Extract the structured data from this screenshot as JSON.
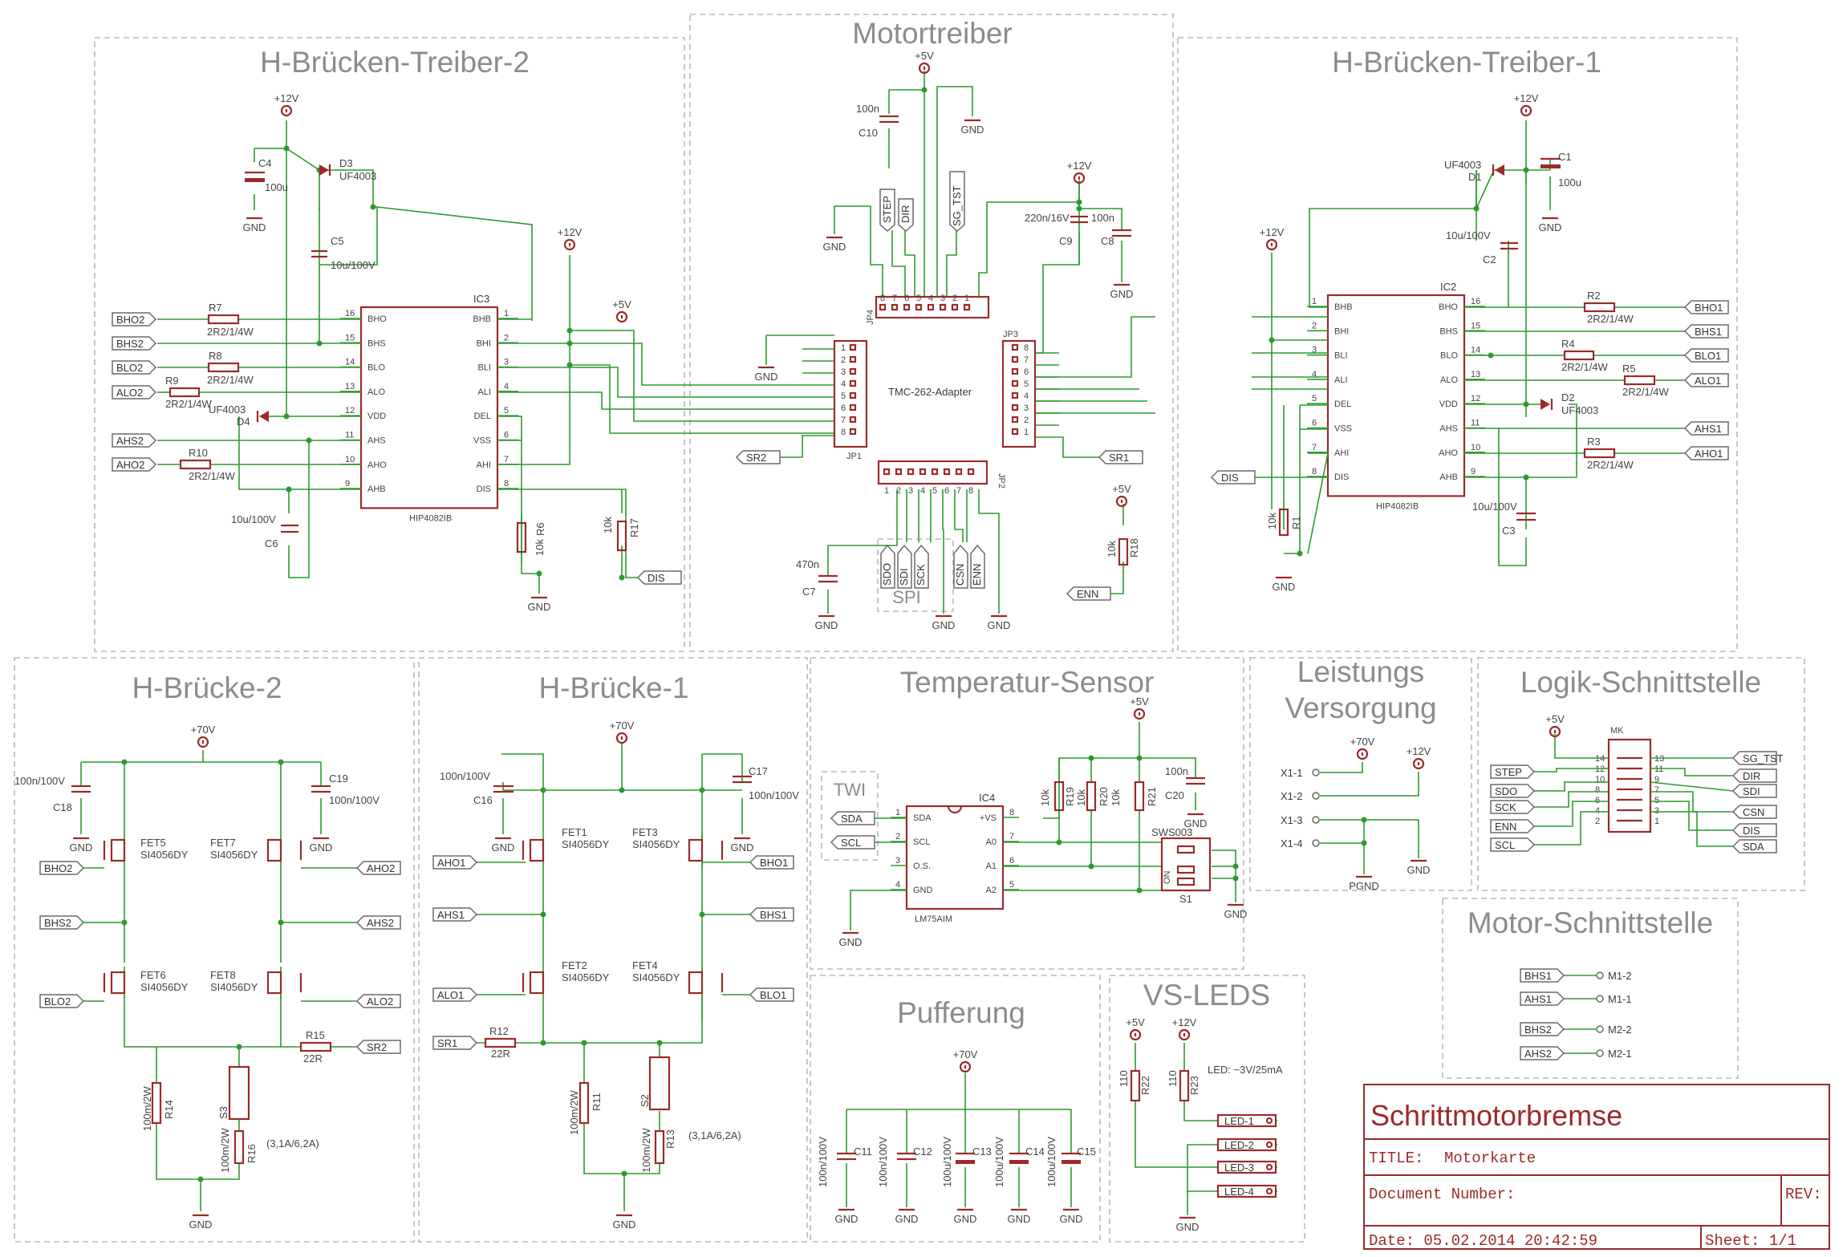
{
  "groups": [
    {
      "title": "H-Brücken-Treiber-2"
    },
    {
      "title": "Motortreiber"
    },
    {
      "title": "H-Brücken-Treiber-1"
    },
    {
      "title": "H-Brücke-2"
    },
    {
      "title": "H-Brücke-1"
    },
    {
      "title": "Temperatur-Sensor"
    },
    {
      "title": "Leistungs"
    },
    {
      "title": "Versorgung"
    },
    {
      "title": "Logik-Schnittstelle"
    },
    {
      "title": "Motor-Schnittstelle"
    },
    {
      "title": "Pufferung"
    },
    {
      "title": "VS-LEDS"
    },
    {
      "title": "TWI"
    },
    {
      "title": "SPI"
    }
  ],
  "ics": {
    "ic3": {
      "ref": "IC3",
      "part": "HIP4082IB",
      "left": [
        {
          "n": "16",
          "s": "BHO"
        },
        {
          "n": "15",
          "s": "BHS"
        },
        {
          "n": "14",
          "s": "BLO"
        },
        {
          "n": "13",
          "s": "ALO"
        },
        {
          "n": "12",
          "s": "VDD"
        },
        {
          "n": "11",
          "s": "AHS"
        },
        {
          "n": "10",
          "s": "AHO"
        },
        {
          "n": "9",
          "s": "AHB"
        }
      ],
      "right": [
        {
          "n": "1",
          "s": "BHB"
        },
        {
          "n": "2",
          "s": "BHI"
        },
        {
          "n": "3",
          "s": "BLI"
        },
        {
          "n": "4",
          "s": "ALI"
        },
        {
          "n": "5",
          "s": "DEL"
        },
        {
          "n": "6",
          "s": "VSS"
        },
        {
          "n": "7",
          "s": "AHI"
        },
        {
          "n": "8",
          "s": "DIS"
        }
      ]
    },
    "ic2": {
      "ref": "IC2",
      "part": "HIP4082IB",
      "left": [
        {
          "n": "1",
          "s": "BHB"
        },
        {
          "n": "2",
          "s": "BHI"
        },
        {
          "n": "3",
          "s": "BLI"
        },
        {
          "n": "4",
          "s": "ALI"
        },
        {
          "n": "5",
          "s": "DEL"
        },
        {
          "n": "6",
          "s": "VSS"
        },
        {
          "n": "7",
          "s": "AHI"
        },
        {
          "n": "8",
          "s": "DIS"
        }
      ],
      "right": [
        {
          "n": "16",
          "s": "BHO"
        },
        {
          "n": "15",
          "s": "BHS"
        },
        {
          "n": "14",
          "s": "BLO"
        },
        {
          "n": "13",
          "s": "ALO"
        },
        {
          "n": "12",
          "s": "VDD"
        },
        {
          "n": "11",
          "s": "AHS"
        },
        {
          "n": "10",
          "s": "AHO"
        },
        {
          "n": "9",
          "s": "AHB"
        }
      ]
    },
    "ic4": {
      "ref": "IC4",
      "part": "LM75AIM",
      "left": [
        {
          "n": "1",
          "s": "SDA"
        },
        {
          "n": "2",
          "s": "SCL"
        },
        {
          "n": "3",
          "s": "O.S."
        },
        {
          "n": "4",
          "s": "GND"
        }
      ],
      "right": [
        {
          "n": "8",
          "s": "+VS"
        },
        {
          "n": "7",
          "s": "A0"
        },
        {
          "n": "6",
          "s": "A1"
        },
        {
          "n": "5",
          "s": "A2"
        }
      ]
    }
  },
  "connectors": {
    "jp1": {
      "ref": "JP1",
      "pins": [
        "1",
        "2",
        "3",
        "4",
        "5",
        "6",
        "7",
        "8"
      ]
    },
    "jp2": {
      "ref": "JP2",
      "pins": [
        "1",
        "2",
        "3",
        "4",
        "5",
        "6",
        "7",
        "8"
      ]
    },
    "jp3": {
      "ref": "JP3",
      "pins": [
        "8",
        "7",
        "6",
        "5",
        "4",
        "3",
        "2",
        "1"
      ]
    },
    "jp4": {
      "ref": "JP4",
      "pins": [
        "8",
        "7",
        "6",
        "5",
        "4",
        "3",
        "2",
        "1"
      ]
    },
    "adapter": "TMC-262-Adapter",
    "mk": {
      "ref": "MK",
      "left": [
        "14",
        "12",
        "10",
        "8",
        "6",
        "4",
        "2"
      ],
      "right": [
        "13",
        "11",
        "9",
        "7",
        "5",
        "3",
        "1"
      ]
    },
    "s1": {
      "ref": "S1",
      "part": "SWS003",
      "on": "ON"
    }
  },
  "supplies": {
    "p5": "+5V",
    "p12": "+12V",
    "p70": "+70V",
    "gnd": "GND",
    "pgnd": "PGND"
  },
  "parts": {
    "c1": "C1",
    "c1v": "100u",
    "c2": "C2",
    "c2v": "10u/100V",
    "c3": "C3",
    "c3v": "10u/100V",
    "c4": "C4",
    "c4v": "100u",
    "c5": "C5",
    "c5v": "10u/100V",
    "c6": "C6",
    "c6v": "10u/100V",
    "c7": "C7",
    "c7v": "470n",
    "c8": "C8",
    "c8v": "100n",
    "c9": "C9",
    "c9v": "220n/16V",
    "c10": "C10",
    "c10v": "100n",
    "c11": "C11",
    "c11v": "100n/100V",
    "c12": "C12",
    "c12v": "100n/100V",
    "c13": "C13",
    "c13v": "100u/100V",
    "c14": "C14",
    "c14v": "100u/100V",
    "c15": "C15",
    "c15v": "100u/100V",
    "c16": "C16",
    "c16v": "100n/100V",
    "c17": "C17",
    "c17v": "100n/100V",
    "c18": "C18",
    "c18v": "100n/100V",
    "c19": "C19",
    "c19v": "100n/100V",
    "c20": "C20",
    "c20v": "100n",
    "d1": "D1",
    "d2": "D2",
    "d3": "D3",
    "d4": "D4",
    "dv": "UF4003",
    "r1": "R1",
    "r2": "R2",
    "r3": "R3",
    "r4": "R4",
    "r5": "R5",
    "r6": "R6",
    "r7": "R7",
    "r8": "R8",
    "r9": "R9",
    "r10": "R10",
    "rgate": "2R2/1/4W",
    "r10k": "10k",
    "r11": "R11",
    "r12": "R12",
    "r12v": "22R",
    "r13": "R13",
    "r14": "R14",
    "r15": "R15",
    "r15v": "22R",
    "r16": "R16",
    "rshunt": "100m/2W",
    "r17": "R17",
    "r18": "R18",
    "r19": "R19",
    "r20": "R20",
    "r21": "R21",
    "r22": "R22",
    "r23": "R23",
    "r110": "110",
    "fet1": "FET1",
    "fet2": "FET2",
    "fet3": "FET3",
    "fet4": "FET4",
    "fet5": "FET5",
    "fet6": "FET6",
    "fet7": "FET7",
    "fet8": "FET8",
    "fetv": "SI4056DY",
    "s2": "S2",
    "s3": "S3",
    "fuse": "(3,1A/6,2A)",
    "led_note": "LED: ~3V/25mA"
  },
  "nets": {
    "bho1": "BHO1",
    "bhs1": "BHS1",
    "blo1": "BLO1",
    "alo1": "ALO1",
    "ahs1": "AHS1",
    "aho1": "AHO1",
    "bho2": "BHO2",
    "bhs2": "BHS2",
    "blo2": "BLO2",
    "alo2": "ALO2",
    "ahs2": "AHS2",
    "aho2": "AHO2",
    "dis": "DIS",
    "sr1": "SR1",
    "sr2": "SR2",
    "enn": "ENN",
    "sda": "SDA",
    "scl": "SCL",
    "step": "STEP",
    "dir": "DIR",
    "sg_tst": "SG_TST",
    "sdo": "SDO",
    "sdi": "SDI",
    "sck": "SCK",
    "csn": "CSN",
    "led1": "LED-1",
    "led2": "LED-2",
    "led3": "LED-3",
    "led4": "LED-4",
    "x11": "X1-1",
    "x12": "X1-2",
    "x13": "X1-3",
    "x14": "X1-4",
    "m11": "M1-1",
    "m12": "M1-2",
    "m21": "M2-1",
    "m22": "M2-2"
  },
  "title_block": {
    "project": "Schrittmotorbremse",
    "title_label": "TITLE:",
    "title_value": "Motorkarte",
    "docnum_label": "Document Number:",
    "rev_label": "REV:",
    "date": "Date: 05.02.2014 20:42:59",
    "sheet": "Sheet: 1/1"
  }
}
